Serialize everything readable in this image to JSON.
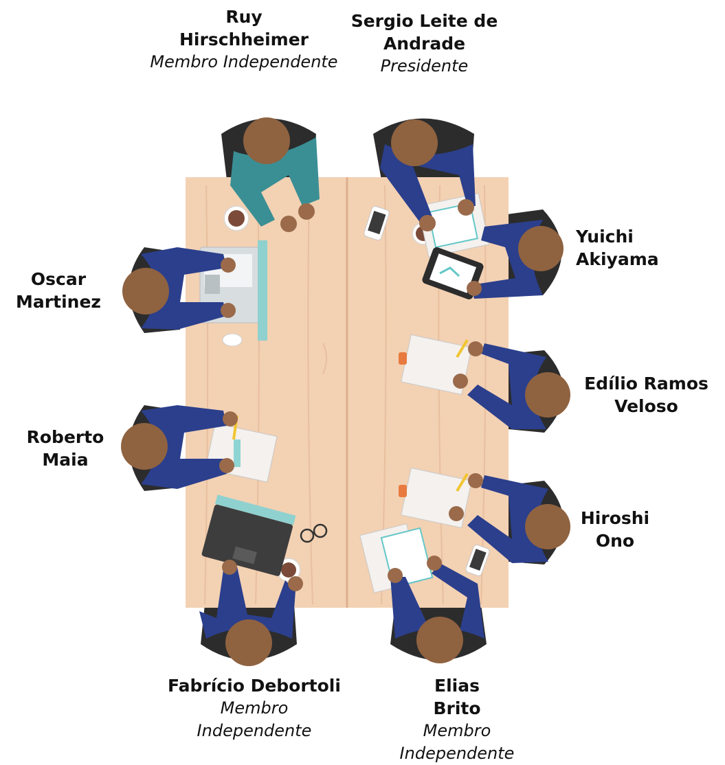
{
  "members": [
    {
      "id": "ruy",
      "name_lines": [
        "Ruy",
        "Hirschheimer"
      ],
      "role_lines": [
        "Membro Independente"
      ]
    },
    {
      "id": "sergio",
      "name_lines": [
        "Sergio Leite de",
        "Andrade"
      ],
      "role_lines": [
        "Presidente"
      ]
    },
    {
      "id": "yuichi",
      "name_lines": [
        "Yuichi",
        "Akiyama"
      ],
      "role_lines": []
    },
    {
      "id": "oscar",
      "name_lines": [
        "Oscar",
        "Martinez"
      ],
      "role_lines": []
    },
    {
      "id": "edilio",
      "name_lines": [
        "Edílio Ramos",
        "Veloso"
      ],
      "role_lines": []
    },
    {
      "id": "roberto",
      "name_lines": [
        "Roberto",
        "Maia"
      ],
      "role_lines": []
    },
    {
      "id": "hiroshi",
      "name_lines": [
        "Hiroshi",
        "Ono"
      ],
      "role_lines": []
    },
    {
      "id": "fabricio",
      "name_lines": [
        "Fabrício Debortoli"
      ],
      "role_lines": [
        "Membro",
        "Independente"
      ]
    },
    {
      "id": "elias",
      "name_lines": [
        "Elias",
        "Brito"
      ],
      "role_lines": [
        "Membro",
        "Independente"
      ]
    }
  ],
  "colors": {
    "table": "#f3d1b3",
    "table_grain": "#e4b896",
    "suit": "#2b3f8c",
    "suit_teal": "#3a8f94",
    "skin": "#9a6a4a",
    "hair": "#8f6240",
    "chair": "#2c2c2c",
    "chair_dark": "#1b1b1b",
    "paper": "#f4f1ee",
    "accent_teal": "#63c7c7",
    "laptop_silver": "#d8dde0",
    "laptop_dark": "#3d3d3d"
  }
}
